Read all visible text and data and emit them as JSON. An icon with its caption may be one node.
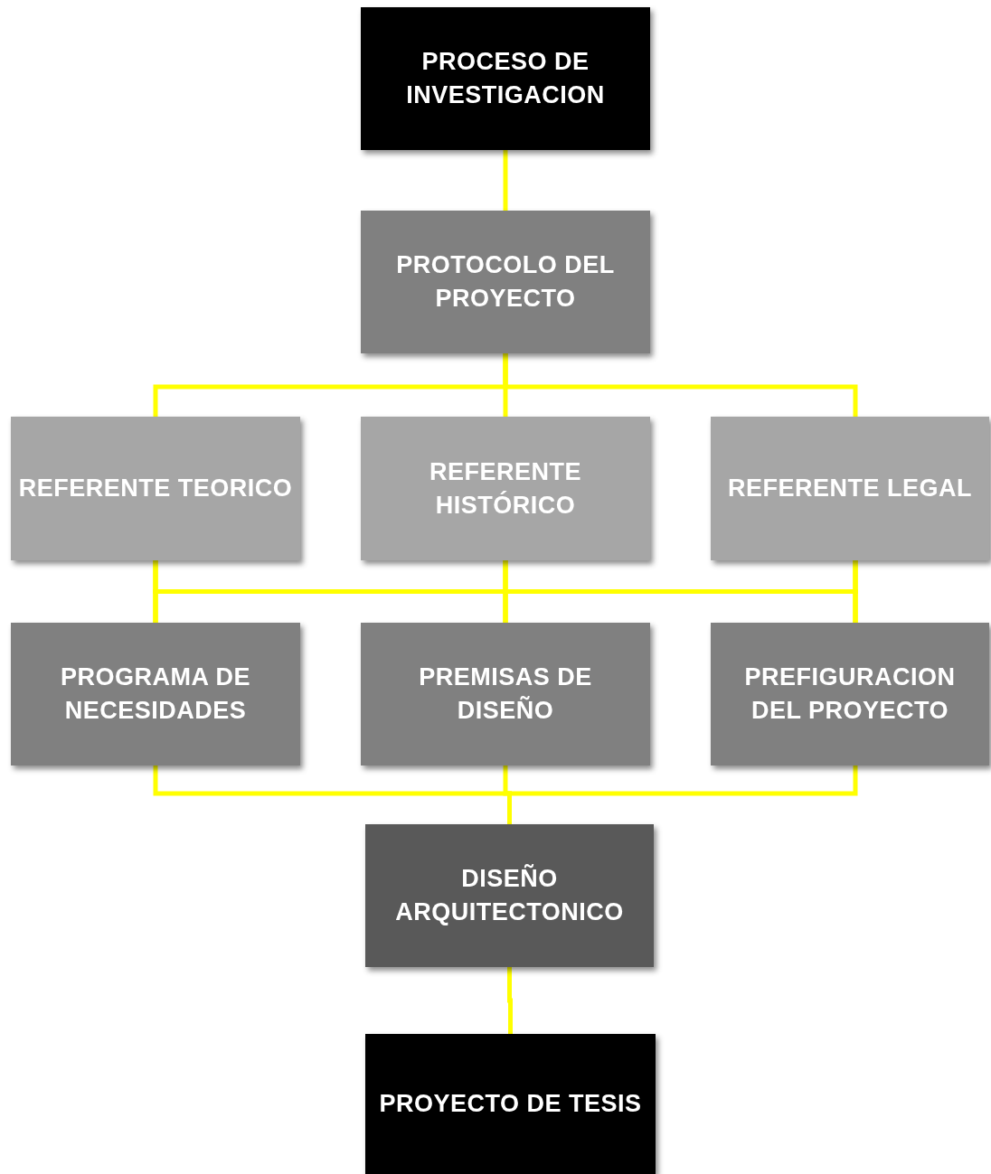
{
  "diagram": {
    "nodes": [
      {
        "text": [
          "PROCESO DE INVESTIGACION"
        ]
      },
      {
        "text": [
          "PROTOCOLO DEL PROYECTO"
        ]
      },
      {
        "text": [
          "REFERENTE TEORICO"
        ]
      },
      {
        "text": [
          "REFERENTE HISTÓRICO"
        ]
      },
      {
        "text": [
          "REFERENTE LEGAL"
        ]
      },
      {
        "text": [
          "PROGRAMA DE NECESIDADES"
        ]
      },
      {
        "text": [
          "PREMISAS DE DISEÑO"
        ]
      },
      {
        "text": [
          "PREFIGURACION DEL PROYECTO"
        ]
      },
      {
        "text": [
          "DISEÑO ARQUITECTONICO"
        ]
      },
      {
        "text": [
          "PROYECTO DE TESIS"
        ]
      }
    ],
    "edges": [
      {
        "from": 0,
        "to": 1,
        "arrow": "none"
      },
      {
        "from": 1,
        "to": 2,
        "arrow": "none"
      },
      {
        "from": 1,
        "to": 3,
        "arrow": "none"
      },
      {
        "from": 1,
        "to": 4,
        "arrow": "none"
      },
      {
        "from": 2,
        "to": 5,
        "arrow": "none"
      },
      {
        "from": 2,
        "to": 6,
        "arrow": "none"
      },
      {
        "from": 2,
        "to": 7,
        "arrow": "none"
      },
      {
        "from": 3,
        "to": 5,
        "arrow": "none"
      },
      {
        "from": 3,
        "to": 6,
        "arrow": "none"
      },
      {
        "from": 3,
        "to": 7,
        "arrow": "none"
      },
      {
        "from": 4,
        "to": 5,
        "arrow": "none"
      },
      {
        "from": 4,
        "to": 6,
        "arrow": "none"
      },
      {
        "from": 4,
        "to": 7,
        "arrow": "none"
      },
      {
        "from": 5,
        "to": 8,
        "arrow": "none"
      },
      {
        "from": 6,
        "to": 8,
        "arrow": "none"
      },
      {
        "from": 7,
        "to": 8,
        "arrow": "none"
      },
      {
        "from": 8,
        "to": 9,
        "arrow": "none"
      }
    ]
  }
}
